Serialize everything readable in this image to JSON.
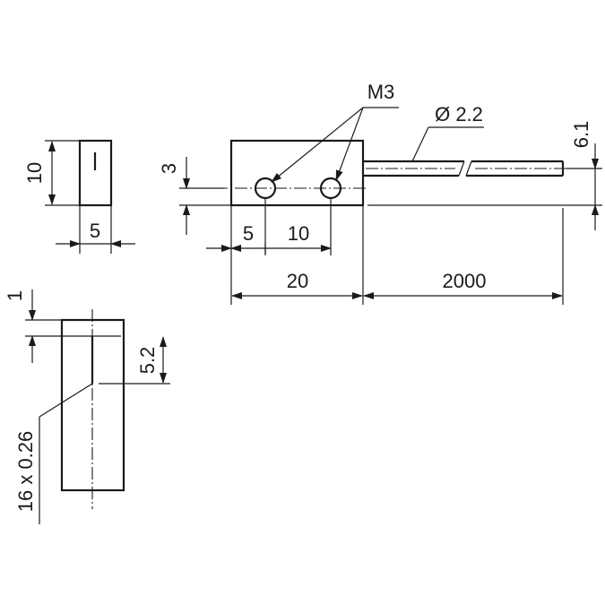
{
  "labels": {
    "side_height": "10",
    "side_width": "5",
    "thread": "M3",
    "cable_diameter": "Ø 2.2",
    "cable_offset": "6.1",
    "hole_offset": "3",
    "hole_edge": "5",
    "hole_pitch": "10",
    "body_length": "20",
    "cable_length": "2000",
    "slot_top": "1",
    "slot_depth": "5.2",
    "slot_spec": "16 x 0.26"
  }
}
